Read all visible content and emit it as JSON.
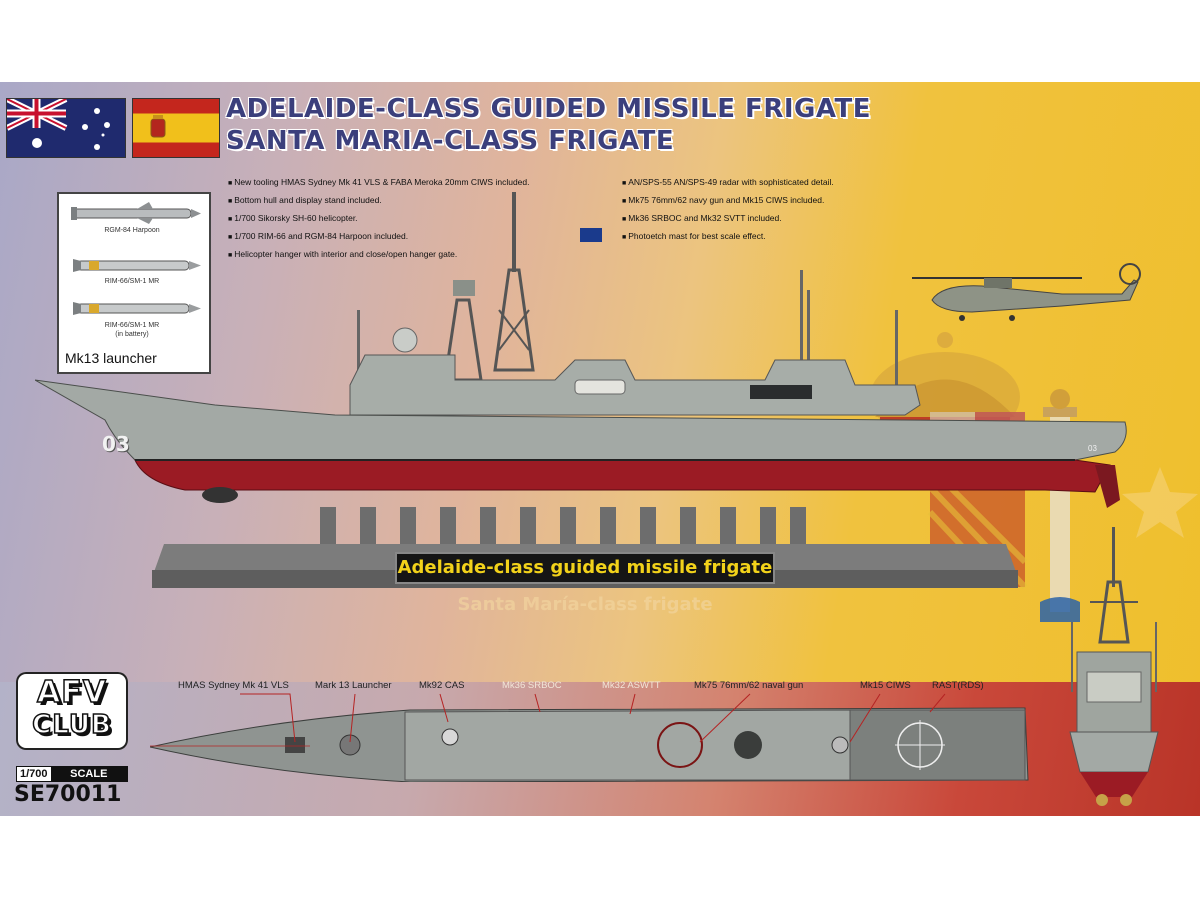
{
  "title": {
    "line1": "ADELAIDE-CLASS GUIDED MISSILE FRIGATE",
    "line2": "SANTA MARIA-CLASS FRIGATE"
  },
  "features_left": [
    "New tooling HMAS Sydney Mk 41 VLS & FABA Meroka 20mm CIWS included.",
    "Bottom hull and display stand included.",
    "1/700 Sikorsky SH-60 helicopter.",
    "1/700 RIM-66 and RGM-84 Harpoon included.",
    "Helicopter hanger with interior and close/open hanger gate."
  ],
  "features_right": [
    "AN/SPS-55 AN/SPS-49 radar with sophisticated detail.",
    "Mk75 76mm/62 navy gun and Mk15 CIWS included.",
    "Mk36 SRBOC and Mk32 SVTT included.",
    "Photoetch mast for best scale effect."
  ],
  "missiles": {
    "items": [
      "RGM-84 Harpoon",
      "RIM-66/SM-1 MR",
      "RIM-66/SM-1 MR"
    ],
    "note": "(in battery)",
    "caption": "Mk13 launcher"
  },
  "ship": {
    "hull_number": "03",
    "stern_number": "03"
  },
  "stand": {
    "plate_text": "Adelaide-class guided missile frigate",
    "reflection_text": "Santa María-class frigate"
  },
  "callouts": {
    "left": [
      "HMAS Sydney Mk 41 VLS",
      "Mark 13 Launcher",
      "Mk92 CAS"
    ],
    "right": [
      "Mk36 SRBOC",
      "Mk32 ASWTT",
      "Mk75 76mm/62 naval gun",
      "Mk15 CIWS",
      "RAST(RDS)"
    ]
  },
  "brand": {
    "logo_top": "AFV",
    "logo_bottom": "CLUB",
    "scale_num": "1/700",
    "scale_word": "SCALE",
    "product_code": "SE70011"
  },
  "colors": {
    "title": "#3b3f7c",
    "hull_grey": "#a3a9a5",
    "hull_red": "#9b1b24",
    "stand": "#6f6f6f",
    "plate_text": "#f2d21a",
    "spain_red": "#c4261d",
    "spain_yellow": "#f1c01b",
    "aus_blue": "#1f2a6e"
  }
}
